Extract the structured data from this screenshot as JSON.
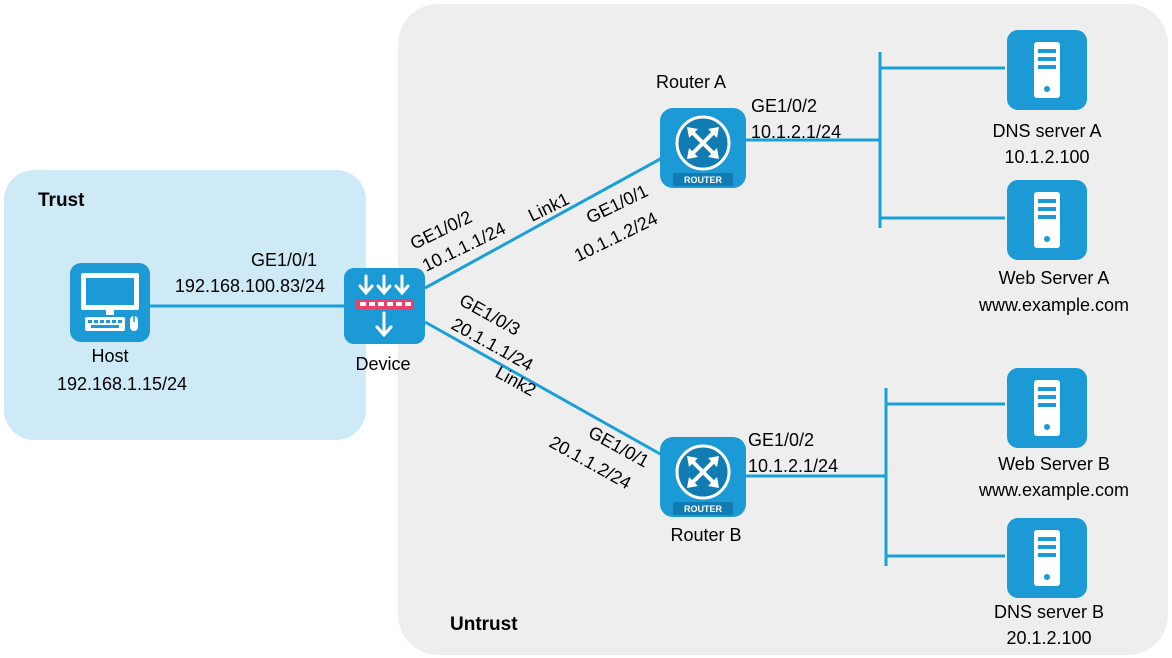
{
  "zones": {
    "trust": {
      "label": "Trust"
    },
    "untrust": {
      "label": "Untrust"
    }
  },
  "colors": {
    "trust_zone": "#cdeaf6",
    "untrust_zone": "#eeeeee",
    "link": "#1aa0d8",
    "icon": "#1b9ad6",
    "icon_dark": "#117bb3",
    "firewall_bar": "#e9426a"
  },
  "nodes": {
    "host": {
      "icon": "computer-icon",
      "name": "Host",
      "ip": "192.168.1.15/24"
    },
    "device": {
      "icon": "firewall-icon",
      "name": "Device"
    },
    "router_a": {
      "icon": "router-icon",
      "name": "Router A",
      "badge": "ROUTER"
    },
    "router_b": {
      "icon": "router-icon",
      "name": "Router B",
      "badge": "ROUTER"
    },
    "dns_server_a": {
      "icon": "server-icon",
      "name": "DNS server A",
      "ip": "10.1.2.100"
    },
    "web_server_a": {
      "icon": "server-icon",
      "name": "Web Server A",
      "ip": "www.example.com"
    },
    "web_server_b": {
      "icon": "server-icon",
      "name": "Web Server B",
      "ip": "www.example.com"
    },
    "dns_server_b": {
      "icon": "server-icon",
      "name": "DNS server B",
      "ip": "20.1.2.100"
    }
  },
  "links": {
    "host_device": {
      "port": "GE1/0/1",
      "ip": "192.168.100.83/24"
    },
    "link1": {
      "name": "Link1",
      "device_port": "GE1/0/2",
      "device_ip": "10.1.1.1/24",
      "router_port": "GE1/0/1",
      "router_ip": "10.1.1.2/24"
    },
    "link2": {
      "name": "Link2",
      "device_port": "GE1/0/3",
      "device_ip": "20.1.1.1/24",
      "router_port": "GE1/0/1",
      "router_ip": "20.1.1.2/24"
    },
    "router_a_lan": {
      "port": "GE1/0/2",
      "ip": "10.1.2.1/24"
    },
    "router_b_lan": {
      "port": "GE1/0/2",
      "ip": "10.1.2.1/24"
    }
  }
}
